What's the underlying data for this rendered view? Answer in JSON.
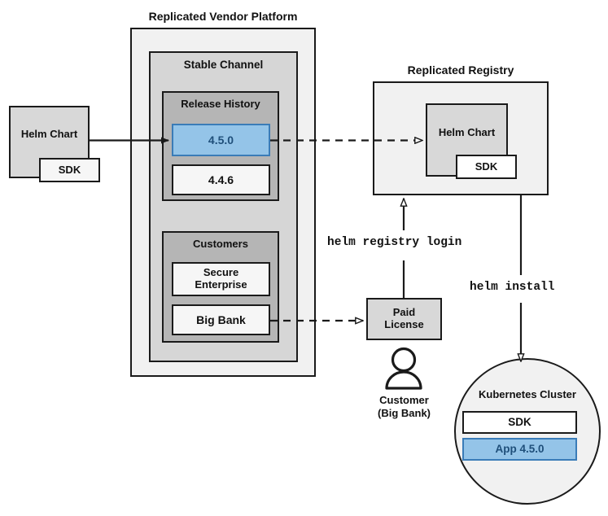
{
  "diagram": {
    "title_vendor_platform": "Replicated Vendor Platform",
    "title_registry": "Replicated Registry",
    "colors": {
      "blue_fill": "#94c4e8",
      "blue_border": "#3a7cb8",
      "blue_text": "#1f4f7a",
      "gray_dark": "#b3b3b3",
      "gray_mid": "#d4d4d4",
      "gray_light": "#efefef",
      "gray_box": "#d8d8d8",
      "white": "#ffffff",
      "stroke": "#1a1a1a"
    }
  },
  "source_chart": {
    "label": "Helm Chart",
    "sdk_label": "SDK"
  },
  "vendor_platform": {
    "label": "Replicated Vendor Platform",
    "channel": {
      "label": "Stable Channel",
      "release_history": {
        "label": "Release History",
        "releases": [
          {
            "version": "4.5.0",
            "highlighted": true
          },
          {
            "version": "4.4.6",
            "highlighted": false
          }
        ]
      },
      "customers": {
        "label": "Customers",
        "entries": [
          {
            "name": "Secure\nEnterprise",
            "line1": "Secure",
            "line2": "Enterprise"
          },
          {
            "name": "Big Bank",
            "line1": "Big Bank",
            "line2": ""
          }
        ]
      }
    }
  },
  "registry": {
    "label": "Replicated Registry",
    "chart": {
      "label": "Helm Chart",
      "sdk_label": "SDK"
    }
  },
  "license": {
    "line1": "Paid",
    "line2": "License"
  },
  "customer_actor": {
    "line1": "Customer",
    "line2": "(Big Bank)",
    "icon": "person-icon"
  },
  "cluster": {
    "label": "Kubernetes Cluster",
    "components": [
      {
        "label": "SDK",
        "highlighted": false
      },
      {
        "label": "App 4.5.0",
        "highlighted": true
      }
    ]
  },
  "commands": {
    "registry_login": "helm registry login",
    "install": "helm install"
  },
  "connections": [
    {
      "name": "chart-to-release",
      "style": "solid",
      "from": "source-helm-chart",
      "to": "release-4-5-0"
    },
    {
      "name": "release-to-registry",
      "style": "dashed",
      "from": "release-4-5-0",
      "to": "registry-helm-chart"
    },
    {
      "name": "bigbank-to-license",
      "style": "dashed",
      "from": "customer-big-bank",
      "to": "paid-license"
    },
    {
      "name": "license-to-registry",
      "style": "solid",
      "from": "paid-license",
      "to": "registry",
      "label": "helm registry login"
    },
    {
      "name": "registry-to-cluster",
      "style": "solid",
      "from": "registry",
      "to": "kubernetes-cluster",
      "label": "helm install"
    }
  ]
}
